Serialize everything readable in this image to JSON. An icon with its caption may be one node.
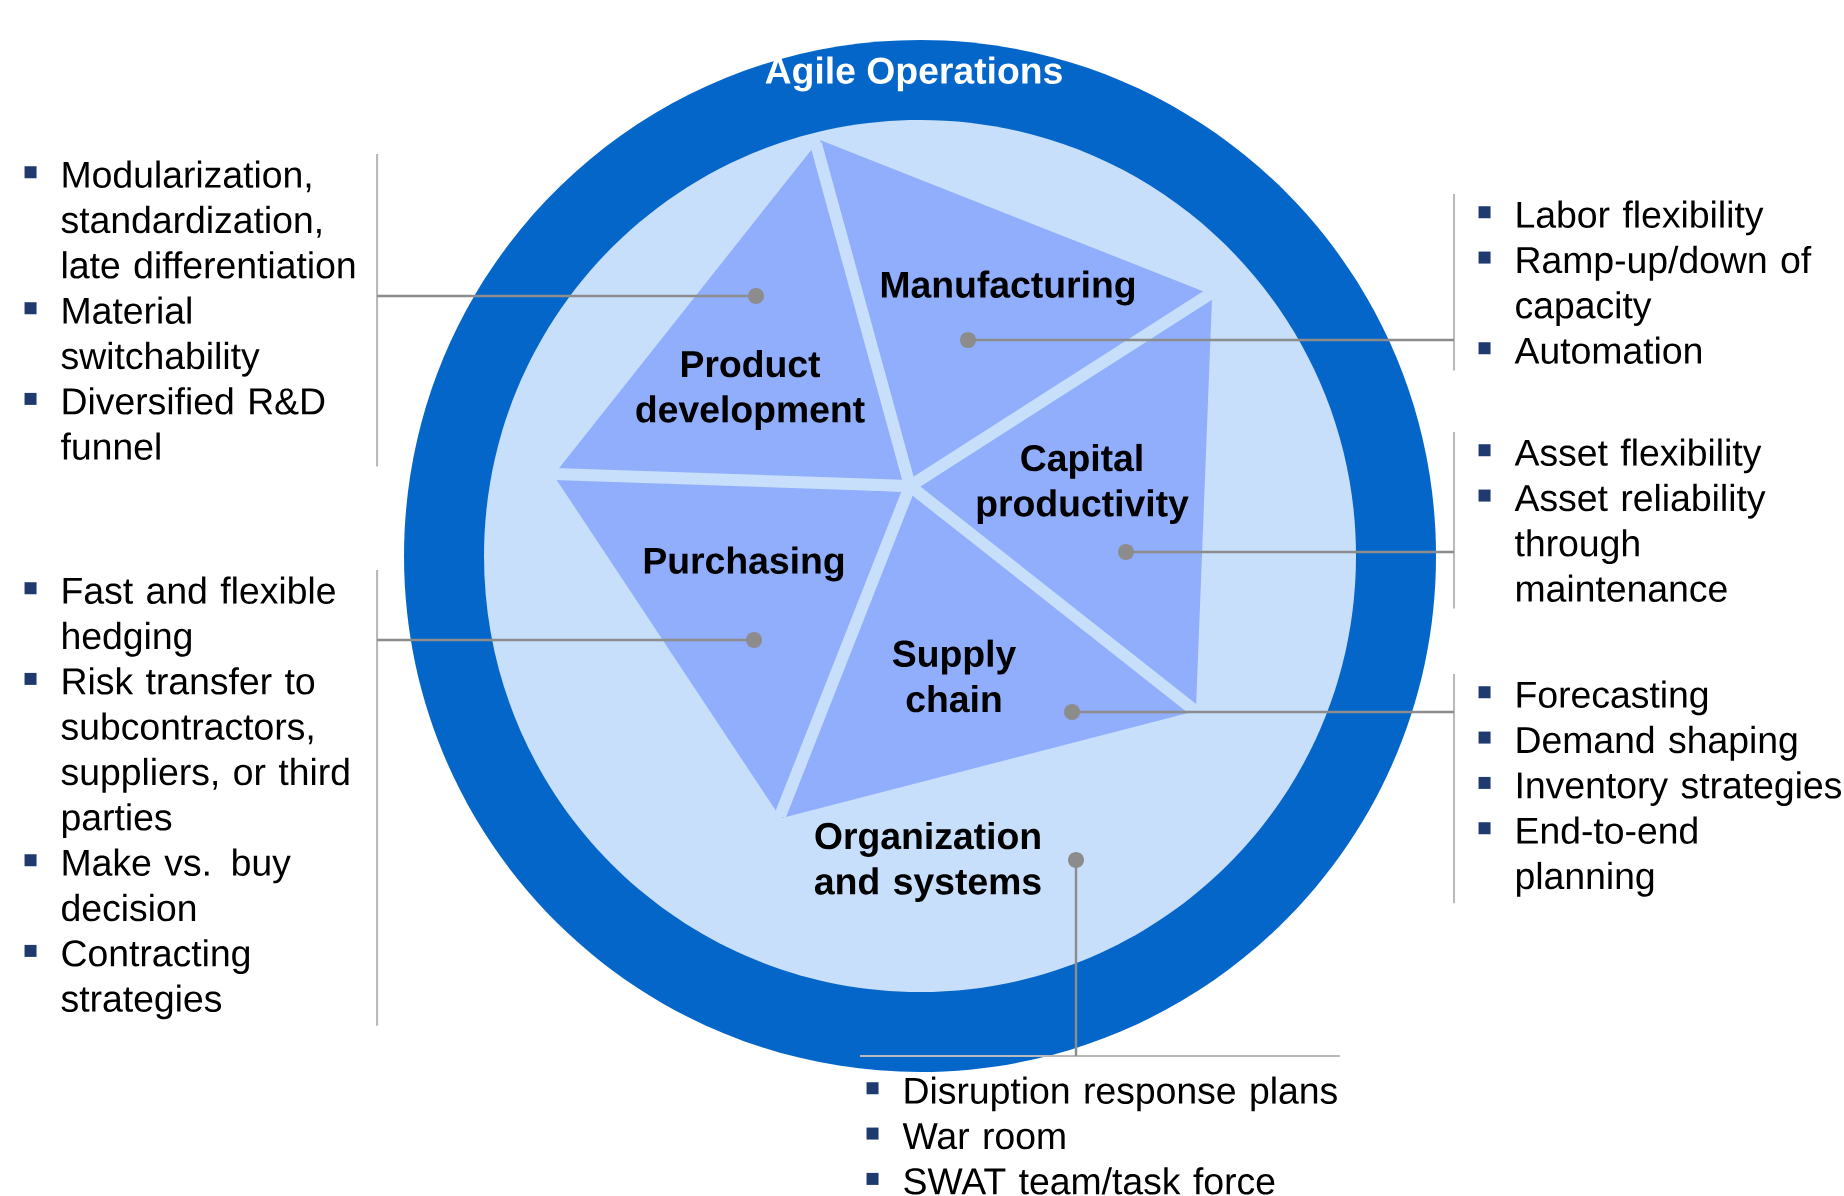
{
  "diagram": {
    "nodes": [
      {
        "text": [
          "Agile Operations"
        ]
      },
      {
        "text": [
          "Organization and systems"
        ],
        "in": 0
      },
      {
        "text": [
          "Product development"
        ],
        "in": 1
      },
      {
        "text": [
          "Manufacturing"
        ],
        "in": 1
      },
      {
        "text": [
          "Capital productivity"
        ],
        "in": 1
      },
      {
        "text": [
          "Supply chain"
        ],
        "in": 1
      },
      {
        "text": [
          "Purchasing"
        ],
        "in": 1
      },
      {
        "text": [
          "Modularization, standardization, late differentiation",
          "Material switchability",
          "Diversified R&D funnel"
        ]
      },
      {
        "text": [
          "Fast and flexible hedging",
          "Risk transfer to subcontractors, suppliers, or third parties",
          "Make vs. buy decision",
          "Contracting strategies"
        ]
      },
      {
        "text": [
          "Labor flexibility",
          "Ramp-up/down of capacity",
          "Automation"
        ]
      },
      {
        "text": [
          "Asset flexibility",
          "Asset reliability through maintenance"
        ]
      },
      {
        "text": [
          "Forecasting",
          "Demand shaping",
          "Inventory strategies",
          "End-to-end planning"
        ]
      },
      {
        "text": [
          "Disruption response plans",
          "War room",
          "SWAT team/task force"
        ]
      }
    ],
    "edges": [
      {
        "from": 7,
        "to": 2,
        "arrow": "other"
      },
      {
        "from": 9,
        "to": 3,
        "arrow": "other"
      },
      {
        "from": 10,
        "to": 4,
        "arrow": "other"
      },
      {
        "from": 11,
        "to": 5,
        "arrow": "other"
      },
      {
        "from": 8,
        "to": 6,
        "arrow": "other"
      },
      {
        "from": 12,
        "to": 1,
        "arrow": "other"
      }
    ]
  }
}
